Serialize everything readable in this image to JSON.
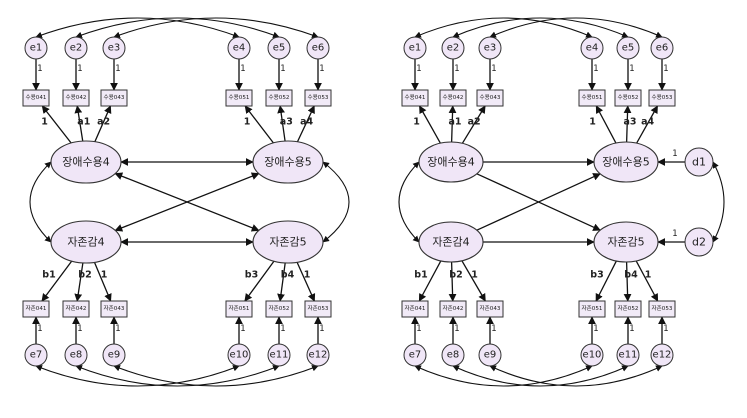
{
  "panels": [
    {
      "latents": [
        {
          "id": "L1",
          "label": "장애수용4"
        },
        {
          "id": "L2",
          "label": "장애수용5"
        },
        {
          "id": "L3",
          "label": "자존감4"
        },
        {
          "id": "L4",
          "label": "자존감5"
        }
      ],
      "indicators": [
        {
          "id": "I1",
          "label": "수용041"
        },
        {
          "id": "I2",
          "label": "수용042"
        },
        {
          "id": "I3",
          "label": "수용043"
        },
        {
          "id": "I4",
          "label": "수용051"
        },
        {
          "id": "I5",
          "label": "수용052"
        },
        {
          "id": "I6",
          "label": "수용053"
        },
        {
          "id": "I7",
          "label": "자존041"
        },
        {
          "id": "I8",
          "label": "자존042"
        },
        {
          "id": "I9",
          "label": "자존043"
        },
        {
          "id": "I10",
          "label": "자존051"
        },
        {
          "id": "I11",
          "label": "자존052"
        },
        {
          "id": "I12",
          "label": "자존053"
        }
      ],
      "errors": [
        {
          "id": "e1",
          "label": "e1"
        },
        {
          "id": "e2",
          "label": "e2"
        },
        {
          "id": "e3",
          "label": "e3"
        },
        {
          "id": "e4",
          "label": "e4"
        },
        {
          "id": "e5",
          "label": "e5"
        },
        {
          "id": "e6",
          "label": "e6"
        },
        {
          "id": "e7",
          "label": "e7"
        },
        {
          "id": "e8",
          "label": "e8"
        },
        {
          "id": "e9",
          "label": "e9"
        },
        {
          "id": "e10",
          "label": "e10"
        },
        {
          "id": "e11",
          "label": "e11"
        },
        {
          "id": "e12",
          "label": "e12"
        }
      ],
      "loadings": [
        "1",
        "a1",
        "a2",
        "1",
        "a3",
        "a4",
        "b1",
        "b2",
        "1",
        "b3",
        "b4",
        "1"
      ],
      "error_path_label": "1",
      "disturbances": []
    },
    {
      "latents": [
        {
          "id": "L1",
          "label": "장애수용4"
        },
        {
          "id": "L2",
          "label": "장애수용5"
        },
        {
          "id": "L3",
          "label": "자존감4"
        },
        {
          "id": "L4",
          "label": "자존감5"
        }
      ],
      "indicators": [
        {
          "id": "I1",
          "label": "수용041"
        },
        {
          "id": "I2",
          "label": "수용042"
        },
        {
          "id": "I3",
          "label": "수용043"
        },
        {
          "id": "I4",
          "label": "수용051"
        },
        {
          "id": "I5",
          "label": "수용052"
        },
        {
          "id": "I6",
          "label": "수용053"
        },
        {
          "id": "I7",
          "label": "자존041"
        },
        {
          "id": "I8",
          "label": "자존042"
        },
        {
          "id": "I9",
          "label": "자존043"
        },
        {
          "id": "I10",
          "label": "자존051"
        },
        {
          "id": "I11",
          "label": "자존052"
        },
        {
          "id": "I12",
          "label": "자존053"
        }
      ],
      "errors": [
        {
          "id": "e1",
          "label": "e1"
        },
        {
          "id": "e2",
          "label": "e2"
        },
        {
          "id": "e3",
          "label": "e3"
        },
        {
          "id": "e4",
          "label": "e4"
        },
        {
          "id": "e5",
          "label": "e5"
        },
        {
          "id": "e6",
          "label": "e6"
        },
        {
          "id": "e7",
          "label": "e7"
        },
        {
          "id": "e8",
          "label": "e8"
        },
        {
          "id": "e9",
          "label": "e9"
        },
        {
          "id": "e10",
          "label": "e10"
        },
        {
          "id": "e11",
          "label": "e11"
        },
        {
          "id": "e12",
          "label": "e12"
        }
      ],
      "loadings": [
        "1",
        "a1",
        "a2",
        "1",
        "a3",
        "a4",
        "b1",
        "b2",
        "1",
        "b3",
        "b4",
        "1"
      ],
      "error_path_label": "1",
      "disturbances": [
        {
          "id": "d1",
          "label": "d1",
          "path_label": "1"
        },
        {
          "id": "d2",
          "label": "d2",
          "path_label": "1"
        }
      ]
    }
  ]
}
